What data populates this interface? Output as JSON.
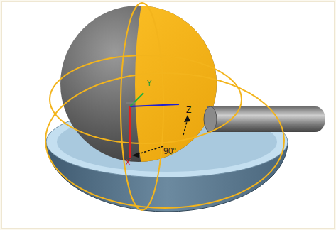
{
  "diagram": {
    "labels": [
      "Y",
      "Z",
      "90°",
      "X"
    ]
  }
}
